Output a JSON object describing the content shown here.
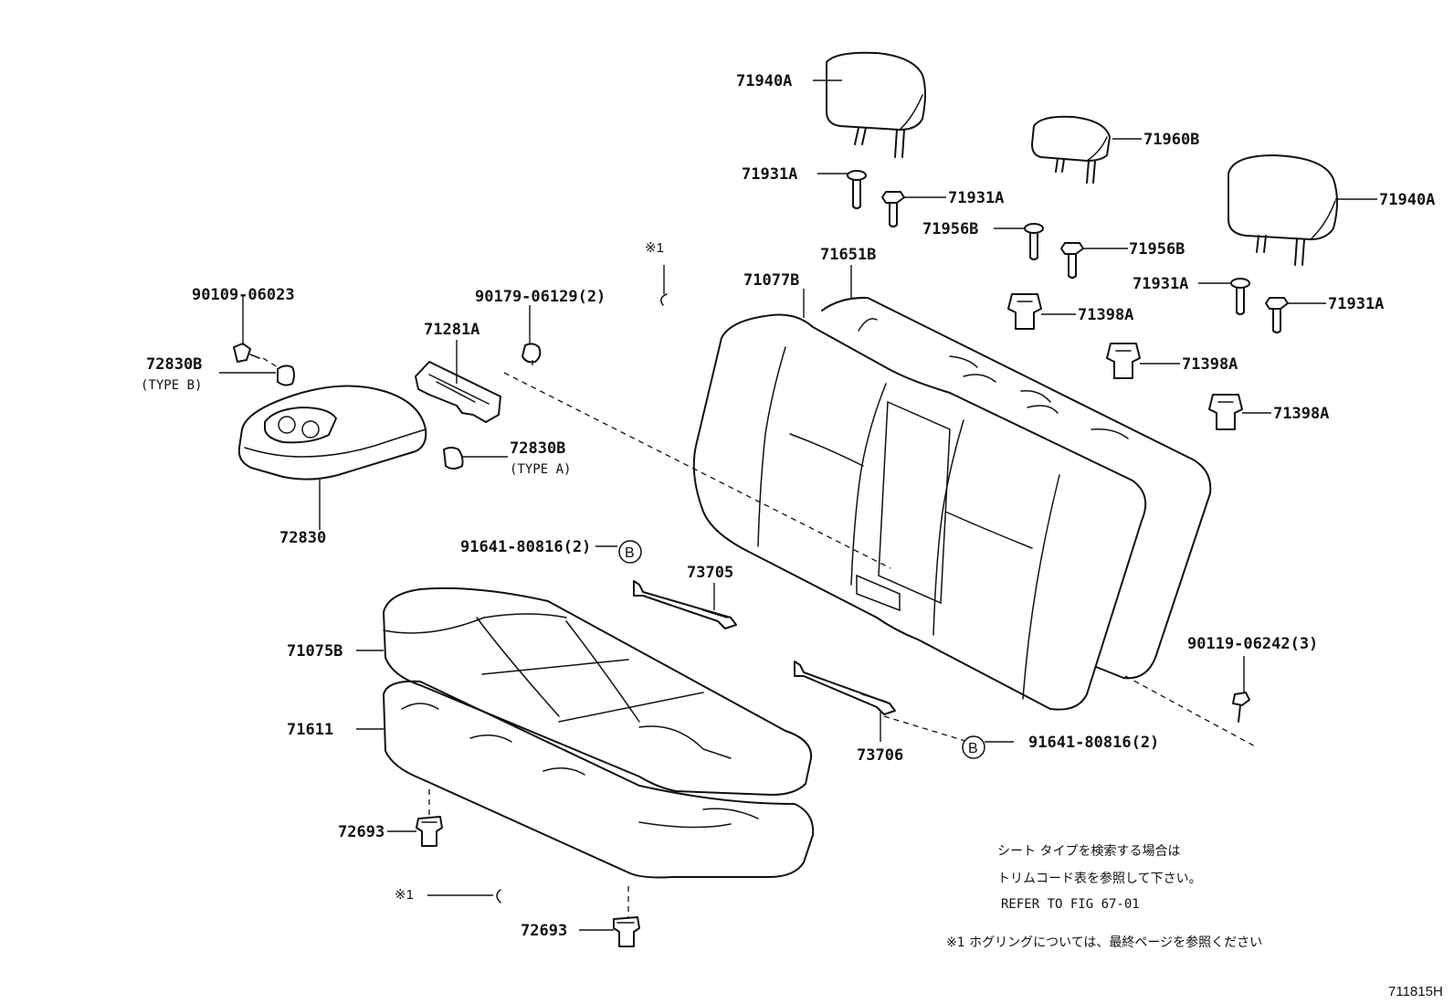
{
  "labels": {
    "p71940A_l": "71940A",
    "p71960B": "71960B",
    "p71940A_r": "71940A",
    "p71931A_1": "71931A",
    "p71931A_2": "71931A",
    "p71956B_1": "71956B",
    "p71956B_2": "71956B",
    "p71931A_3": "71931A",
    "p71931A_4": "71931A",
    "p71398A_1": "71398A",
    "p71398A_2": "71398A",
    "p71398A_3": "71398A",
    "p71651B": "71651B",
    "p71077B": "71077B",
    "ref1_top": "※1",
    "p90109": "90109-06023",
    "p90179": "90179-06129(2)",
    "p71281A": "71281A",
    "p72830B_b": "72830B",
    "type_b": "(TYPE B)",
    "p72830B_a": "72830B",
    "type_a": "(TYPE A)",
    "p72830": "72830",
    "p91641_top": "91641-80816(2)",
    "circle_b_top": "B",
    "p73705": "73705",
    "p71075B": "71075B",
    "p71611": "71611",
    "p90119": "90119-06242(3)",
    "p73706": "73706",
    "circle_b_bottom": "B",
    "p91641_bottom": "91641-80816(2)",
    "p72693_1": "72693",
    "ref1_bottom": "※1",
    "p72693_2": "72693"
  },
  "notes": {
    "line1": "シート タイプを検索する場合は",
    "line2": "トリムコード表を参照して下さい。",
    "line3": "REFER TO FIG 67-01",
    "line4": "※1  ホグリングについては、最終ページを参照ください"
  },
  "figure_code": "711815H"
}
